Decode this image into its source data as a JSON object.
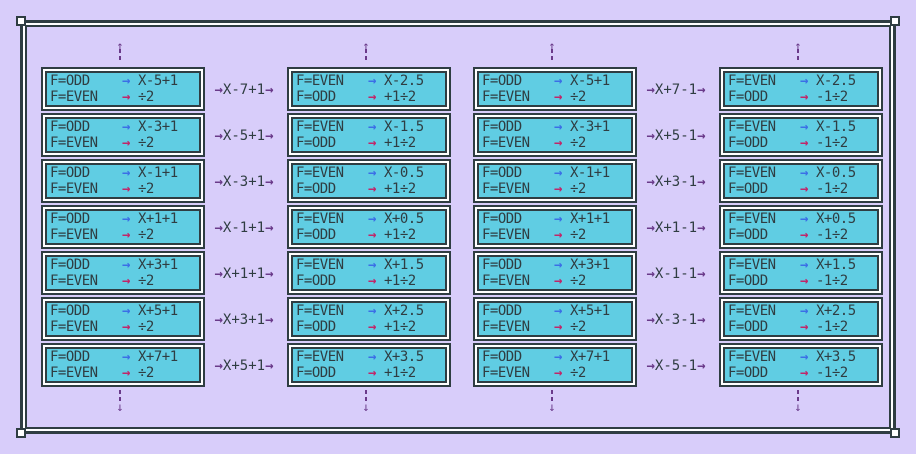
{
  "labels": {
    "odd": "F=ODD",
    "even": "F=EVEN",
    "arrow": "→",
    "up": "↑",
    "down": "↓"
  },
  "colors": {
    "background": "#d8cdfa",
    "box": "#60cde3",
    "border": "#2f3d42",
    "odd_arrow": "#3b6fe6",
    "even_arrow": "#c0276a",
    "connector": "#6a3a8a"
  },
  "groups": [
    {
      "rows": [
        {
          "a_odd": "X-5+1",
          "a_even": "÷2",
          "mid": "X-7+1",
          "b_even": "X-2.5",
          "b_odd": "+1÷2"
        },
        {
          "a_odd": "X-3+1",
          "a_even": "÷2",
          "mid": "X-5+1",
          "b_even": "X-1.5",
          "b_odd": "+1÷2"
        },
        {
          "a_odd": "X-1+1",
          "a_even": "÷2",
          "mid": "X-3+1",
          "b_even": "X-0.5",
          "b_odd": "+1÷2"
        },
        {
          "a_odd": "X+1+1",
          "a_even": "÷2",
          "mid": "X-1+1",
          "b_even": "X+0.5",
          "b_odd": "+1÷2"
        },
        {
          "a_odd": "X+3+1",
          "a_even": "÷2",
          "mid": "X+1+1",
          "b_even": "X+1.5",
          "b_odd": "+1÷2"
        },
        {
          "a_odd": "X+5+1",
          "a_even": "÷2",
          "mid": "X+3+1",
          "b_even": "X+2.5",
          "b_odd": "+1÷2"
        },
        {
          "a_odd": "X+7+1",
          "a_even": "÷2",
          "mid": "X+5+1",
          "b_even": "X+3.5",
          "b_odd": "+1÷2"
        }
      ]
    },
    {
      "rows": [
        {
          "a_odd": "X-5+1",
          "a_even": "÷2",
          "mid": "X+7-1",
          "b_even": "X-2.5",
          "b_odd": "-1÷2"
        },
        {
          "a_odd": "X-3+1",
          "a_even": "÷2",
          "mid": "X+5-1",
          "b_even": "X-1.5",
          "b_odd": "-1÷2"
        },
        {
          "a_odd": "X-1+1",
          "a_even": "÷2",
          "mid": "X+3-1",
          "b_even": "X-0.5",
          "b_odd": "-1÷2"
        },
        {
          "a_odd": "X+1+1",
          "a_even": "÷2",
          "mid": "X+1-1",
          "b_even": "X+0.5",
          "b_odd": "-1÷2"
        },
        {
          "a_odd": "X+3+1",
          "a_even": "÷2",
          "mid": "X-1-1",
          "b_even": "X+1.5",
          "b_odd": "-1÷2"
        },
        {
          "a_odd": "X+5+1",
          "a_even": "÷2",
          "mid": "X-3-1",
          "b_even": "X+2.5",
          "b_odd": "-1÷2"
        },
        {
          "a_odd": "X+7+1",
          "a_even": "÷2",
          "mid": "X-5-1",
          "b_even": "X+3.5",
          "b_odd": "-1÷2"
        }
      ]
    }
  ]
}
